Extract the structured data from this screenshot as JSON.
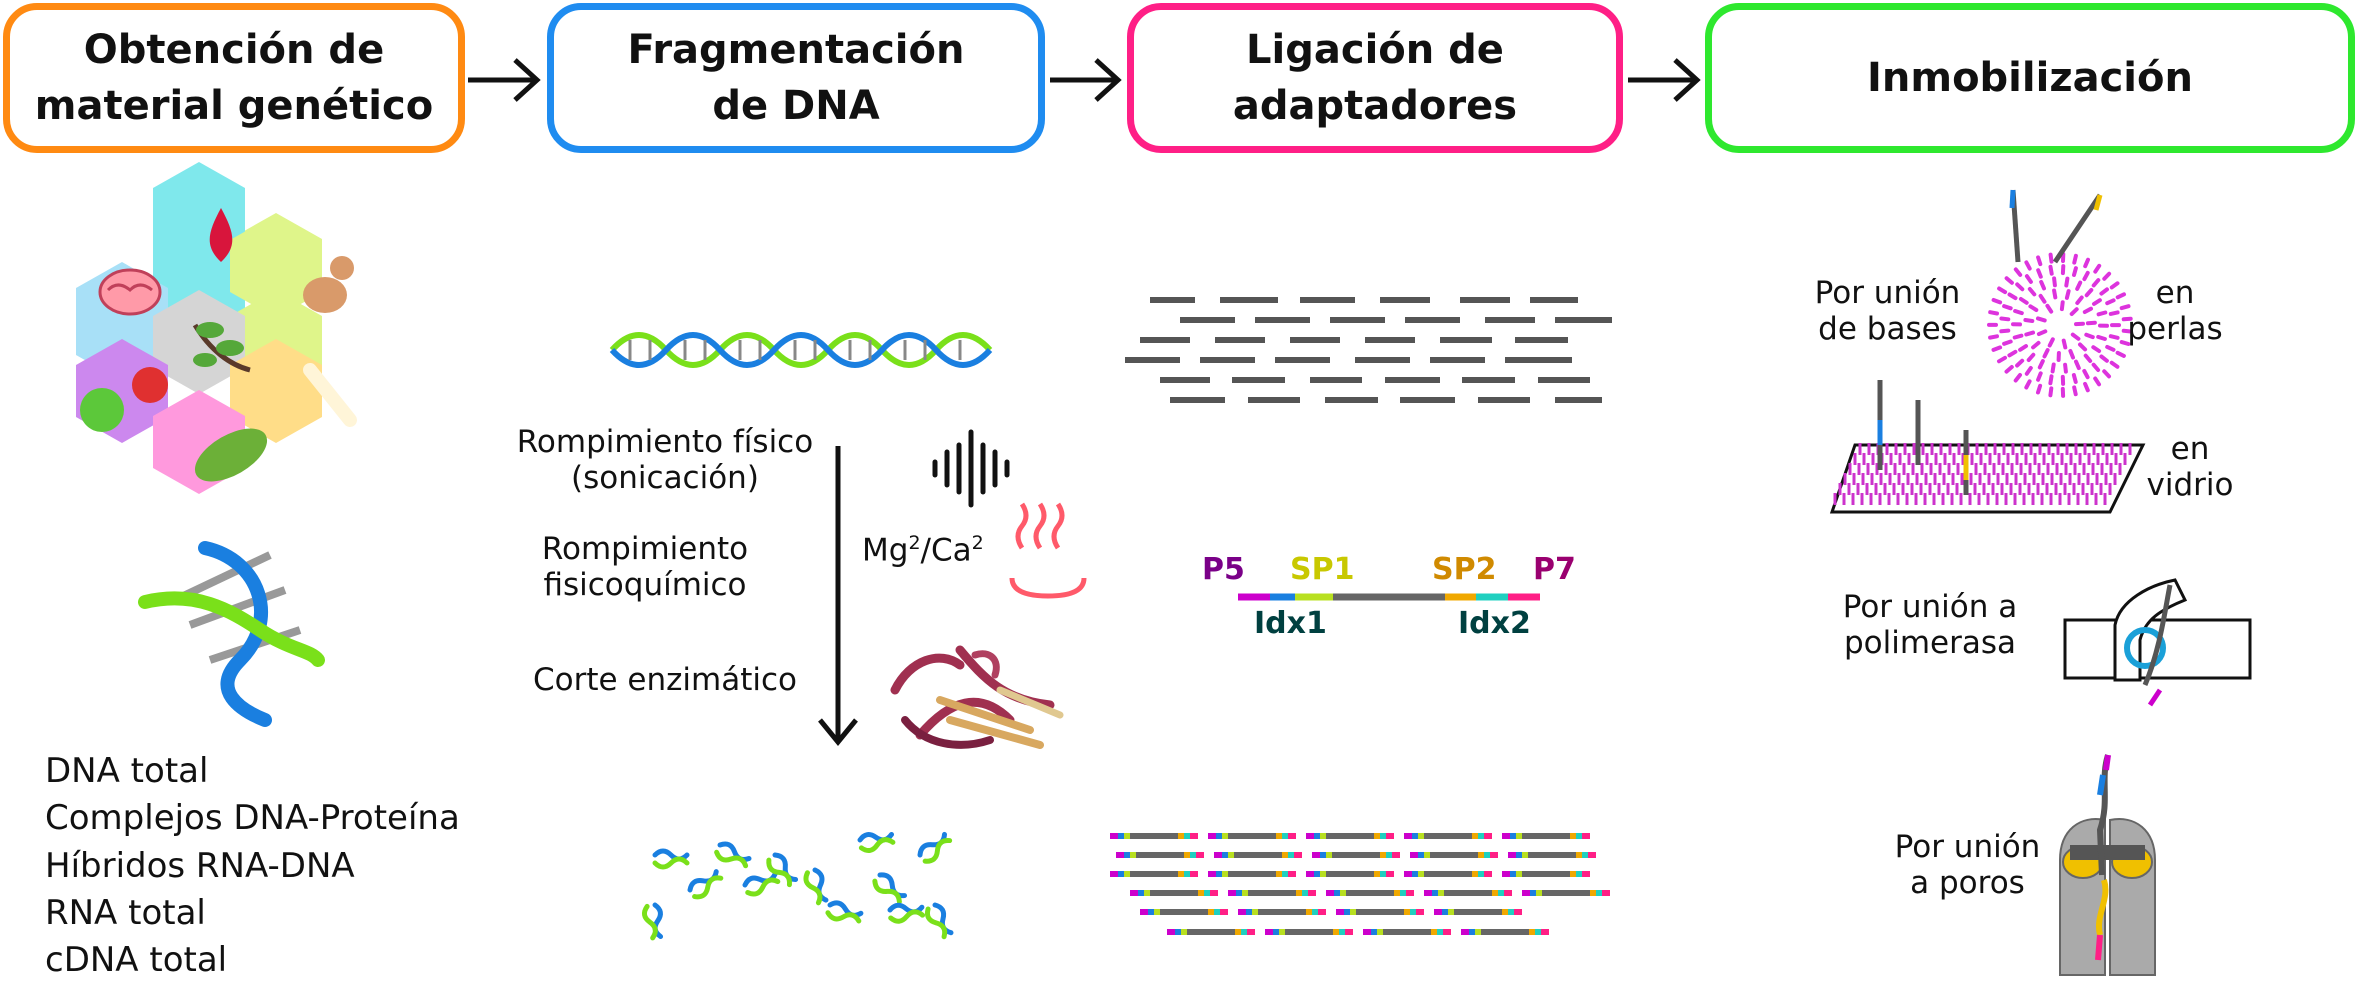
{
  "steps": [
    {
      "line1": "Obtención de",
      "line2": "material genético",
      "color": "#ff8a12"
    },
    {
      "line1": "Fragmentación",
      "line2": "de DNA",
      "color": "#1f8cf0"
    },
    {
      "line1": "Ligación de",
      "line2": "adaptadores",
      "color": "#ff1f86"
    },
    {
      "line1": "Inmobilización",
      "line2": "",
      "color": "#2ee82e"
    }
  ],
  "materials": [
    "DNA total",
    "Complejos DNA-Proteína",
    "Híbridos RNA-DNA",
    "RNA total",
    "cDNA total"
  ],
  "fragmentation": {
    "physical_1": "Rompimiento físico",
    "physical_2": "(sonicación)",
    "chemical_1": "Rompimiento",
    "chemical_2": "fisicoquímico",
    "enzymatic": "Corte enzimático",
    "ions_a": "Mg",
    "ions_exp": "2",
    "ions_sep": "/Ca",
    "ions_exp2": "2"
  },
  "adapters": {
    "p5": "P5",
    "sp1": "SP1",
    "sp2": "SP2",
    "p7": "P7",
    "idx1": "Idx1",
    "idx2": "Idx2",
    "colors": {
      "p5": "#7a0088",
      "sp1": "#c8c800",
      "sp2": "#d08a00",
      "p7": "#9a0070",
      "idx": "#004040"
    }
  },
  "immobilization": {
    "bases_1": "Por unión",
    "bases_2": "de bases",
    "beads_1": "en",
    "beads_2": "perlas",
    "glass_1": "en",
    "glass_2": "vidrio",
    "pol_1": "Por unión a",
    "pol_2": "polimerasa",
    "pore_1": "Por unión",
    "pore_2": "a poros"
  },
  "icons": [
    "arrow-right-icon",
    "tissue-hexagons-icon",
    "dna-helix-icon",
    "sound-wave-icon",
    "heat-icon",
    "enzyme-icon",
    "dna-fragments-icon",
    "bead-icon",
    "glass-slide-icon",
    "polymerase-icon",
    "nanopore-icon"
  ]
}
